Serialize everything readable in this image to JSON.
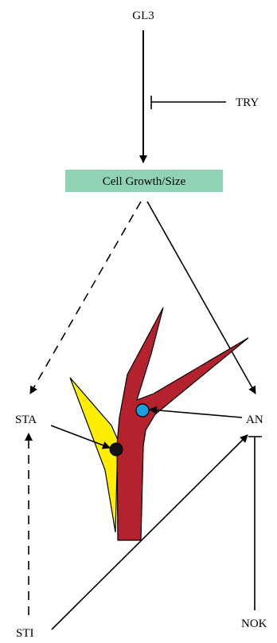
{
  "nodes": {
    "gl3": "GL3",
    "try": "TRY",
    "cell_growth": "Cell Growth/Size",
    "sta": "STA",
    "an": "AN",
    "sti": "STI",
    "nok": "NOK"
  },
  "colors": {
    "box_fill": "#8fd3b4",
    "branch_main": "#b4232d",
    "branch_side": "#ffee00",
    "marker_dark": "#111111",
    "marker_blue": "#1b9fe0",
    "line": "#000000"
  }
}
